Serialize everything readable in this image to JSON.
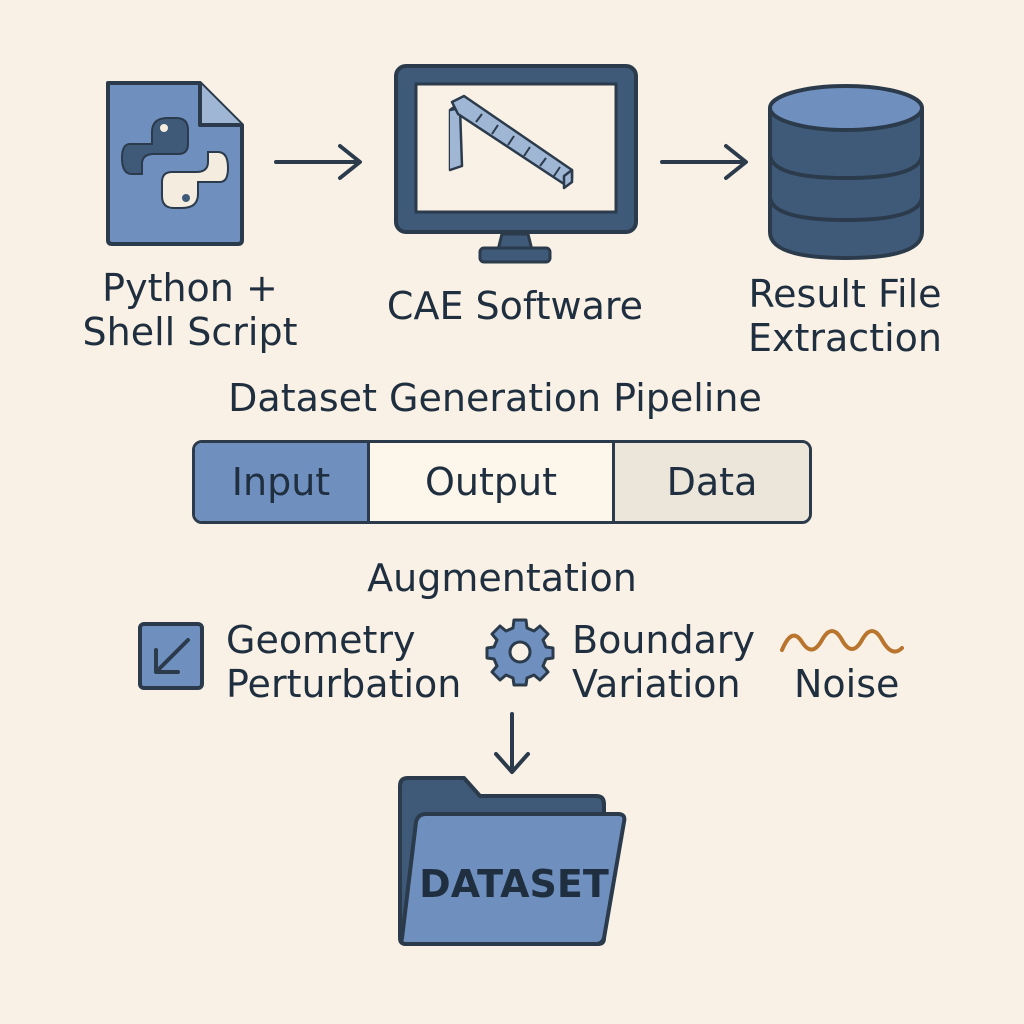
{
  "pipeline": {
    "stage1": {
      "line1": "Python +",
      "line2": "Shell Script",
      "icon": "python-file-icon"
    },
    "stage2": {
      "label": "CAE Software",
      "icon": "monitor-icon"
    },
    "stage3": {
      "line1": "Result File",
      "line2": "Extraction",
      "icon": "database-icon"
    }
  },
  "title": "Dataset Generation Pipeline",
  "tabs": [
    {
      "label": "Input",
      "color": "#6f90bf"
    },
    {
      "label": "Output",
      "color": "#fdf6ea"
    },
    {
      "label": "Data",
      "color": "#ebe5da"
    }
  ],
  "augmentation": {
    "heading": "Augmentation",
    "items": [
      {
        "line1": "Geometry",
        "line2": "Perturbation",
        "icon": "resize-arrow-icon"
      },
      {
        "line1": "Boundary",
        "line2": "Variation",
        "icon": "gear-icon"
      },
      {
        "line1": "Noise",
        "icon": "wave-icon"
      }
    ]
  },
  "dataset": {
    "label": "DATASET",
    "icon": "folder-icon"
  },
  "colors": {
    "accent": "#6f90bf",
    "dark": "#2b3b4b",
    "navy": "#3f5a79",
    "noise": "#b9742e",
    "background": "#f9f1e5"
  }
}
